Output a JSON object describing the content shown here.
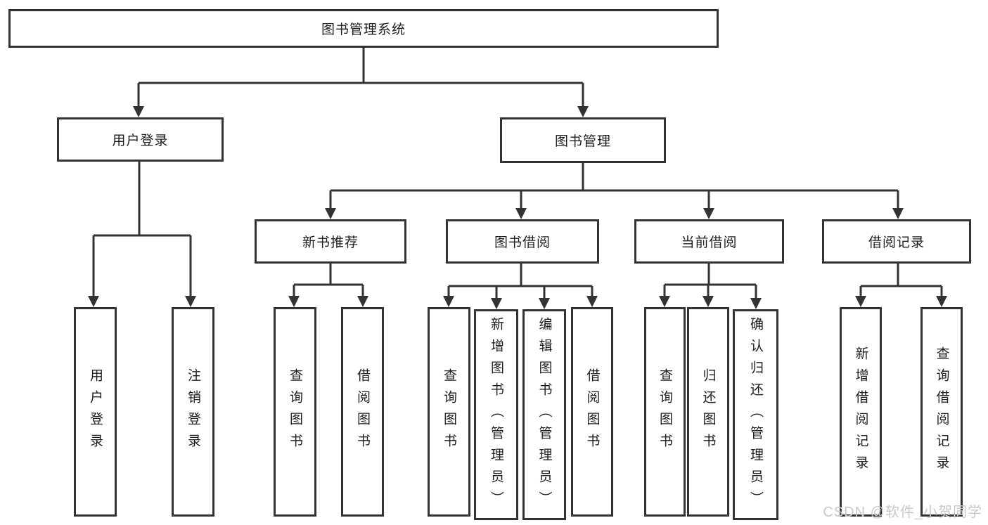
{
  "tree": {
    "label": "图书管理系统",
    "children": [
      {
        "label": "用户登录",
        "children": [
          {
            "label": "用户登录"
          },
          {
            "label": "注销登录"
          }
        ]
      },
      {
        "label": "图书管理",
        "children": [
          {
            "label": "新书推荐",
            "children": [
              {
                "label": "查询图书"
              },
              {
                "label": "借阅图书"
              }
            ]
          },
          {
            "label": "图书借阅",
            "children": [
              {
                "label": "查询图书"
              },
              {
                "label": "新增图书（管理员）"
              },
              {
                "label": "编辑图书（管理员）"
              },
              {
                "label": "借阅图书"
              }
            ]
          },
          {
            "label": "当前借阅",
            "children": [
              {
                "label": "查询图书"
              },
              {
                "label": "归还图书"
              },
              {
                "label": "确认归还（管理员）"
              }
            ]
          },
          {
            "label": "借阅记录",
            "children": [
              {
                "label": "新增借阅记录"
              },
              {
                "label": "查询借阅记录"
              }
            ]
          }
        ]
      }
    ]
  },
  "watermark": {
    "text": "CSDN @软件_小贺同学"
  },
  "colors": {
    "line": "#333333",
    "text": "#1e1e1e",
    "watermark": "#c8c8c8",
    "background": "#ffffff"
  }
}
